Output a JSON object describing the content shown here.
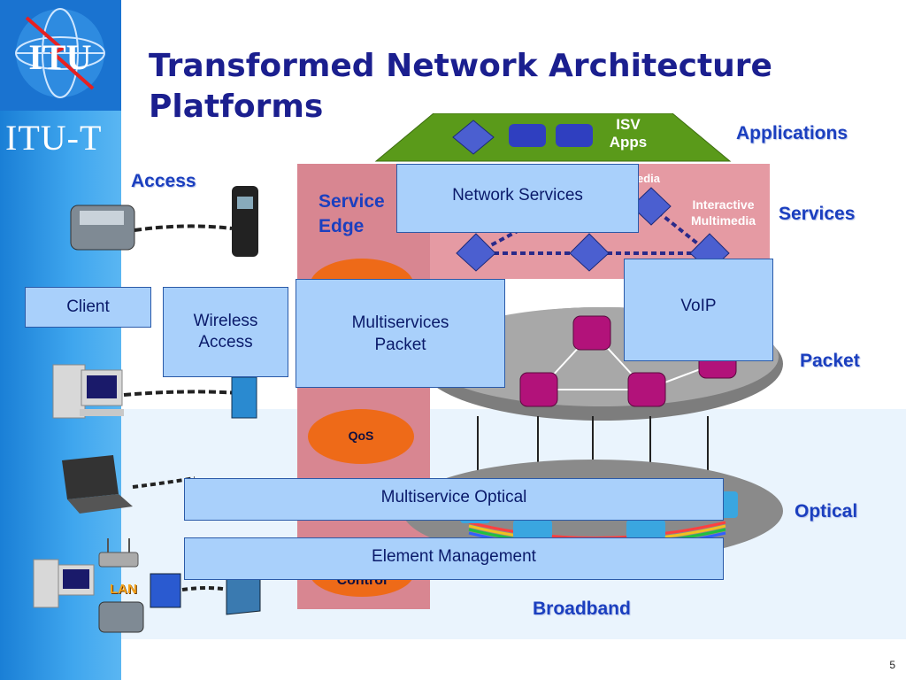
{
  "title": "Transformed Network Architecture Platforms",
  "sidebar": {
    "brand": "ITU-T",
    "logo_text": "ITU"
  },
  "layers": {
    "applications": "Applications",
    "services": "Services",
    "packet": "Packet",
    "optical": "Optical",
    "access": "Access",
    "broadband": "Broadband"
  },
  "top": {
    "isv_apps": "ISV Apps"
  },
  "service_edge": "Service Edge",
  "qos": "QoS",
  "control": "Control",
  "lan": "LAN",
  "services_region": {
    "media": "edia",
    "interactive": "Interactive Multimedia"
  },
  "callouts": {
    "network_services": "Network Services",
    "client": "Client",
    "wireless_access": [
      "Wireless",
      "Access"
    ],
    "multiservices_packet": [
      "Multiservices",
      "Packet"
    ],
    "voip": "VoIP",
    "multiservice_optical": "Multiservice Optical",
    "element_management": "Element Management"
  },
  "page_number": "5",
  "colors": {
    "sidebar": "#3fa6ee",
    "title": "#1b1f8f",
    "callout": "#a9d0fb",
    "rose": "#d88691",
    "green": "#5a9a1a"
  }
}
